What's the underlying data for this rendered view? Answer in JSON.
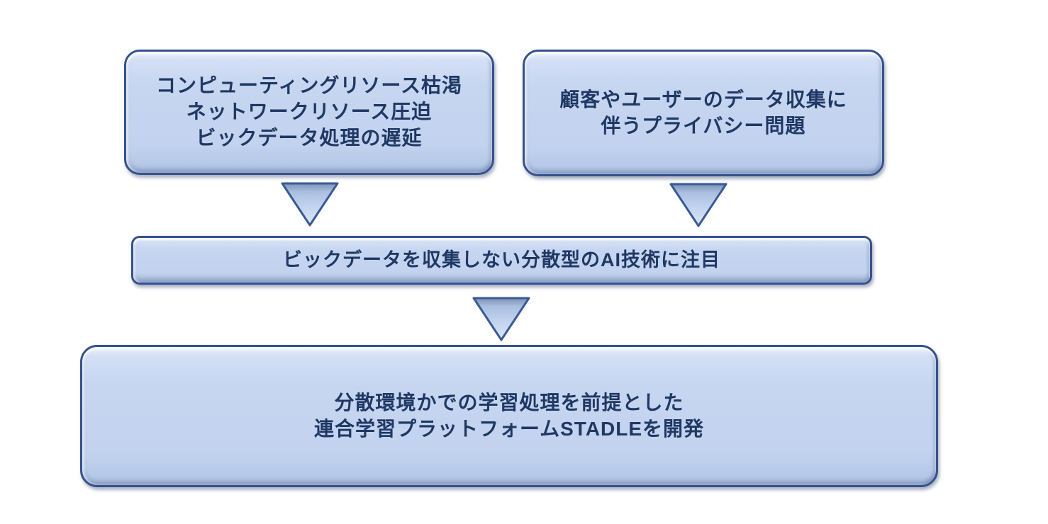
{
  "diagram": {
    "background_color": "#ffffff",
    "box_fill_color": "#c3d3ef",
    "box_border_color": "#35528e",
    "text_color": "#1f3864",
    "boxes": {
      "top_left": {
        "lines": [
          "コンピューティングリソース枯渇",
          "ネットワークリソース圧迫",
          "ビックデータ処理の遅延"
        ]
      },
      "top_right": {
        "lines": [
          "顧客やユーザーのデータ収集に",
          "伴うプライバシー問題"
        ]
      },
      "middle": {
        "lines": [
          "ビックデータを収集しない分散型のAI技術に注目"
        ]
      },
      "bottom": {
        "lines": [
          "分散環境かでの学習処理を前提とした",
          "連合学習プラットフォームSTADLEを開発"
        ]
      }
    },
    "arrows": [
      {
        "direction": "down"
      },
      {
        "direction": "down"
      },
      {
        "direction": "down"
      }
    ]
  }
}
